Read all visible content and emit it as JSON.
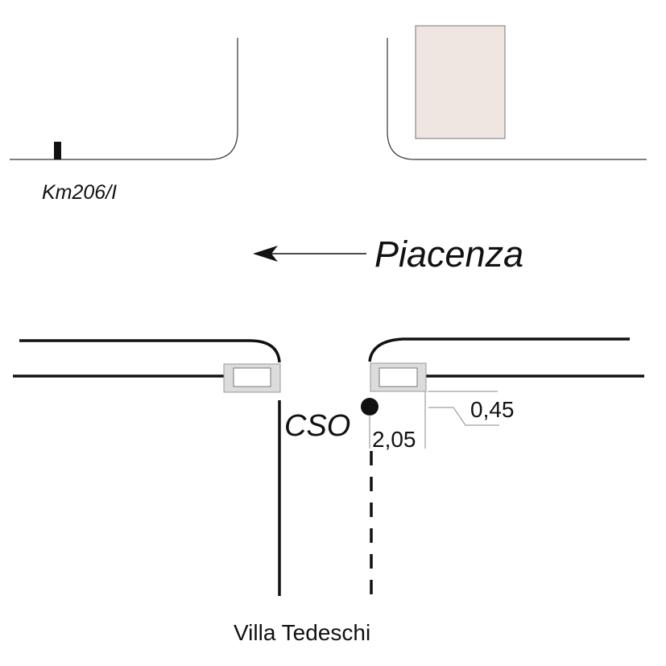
{
  "labels": {
    "km_marker": "Km206/I",
    "direction": "Piacenza",
    "cso": "CSO",
    "dim_offset": "0,45",
    "dim_distance": "2,05",
    "side_road": "Villa Tedeschi"
  },
  "colors": {
    "building": "#efe5e1",
    "curb_box": "#dcdcdc",
    "line": "#111111"
  }
}
